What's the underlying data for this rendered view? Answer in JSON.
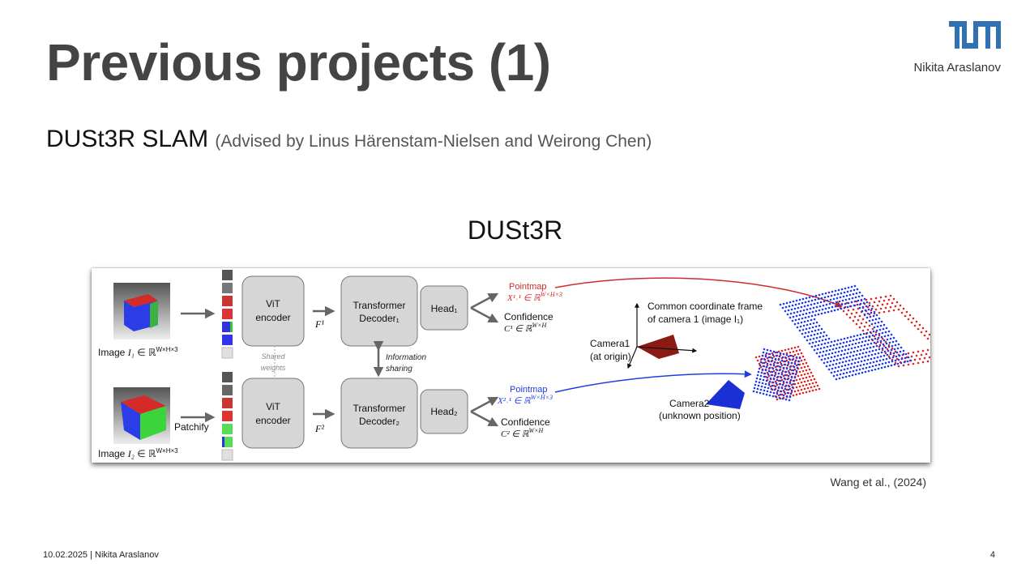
{
  "slide": {
    "title": "Previous projects (1)",
    "author_header": "Nikita Araslanov",
    "logo": "TUM",
    "subtitle": {
      "main": "DUSt3R SLAM",
      "advisors": "(Advised by Linus Härenstam-Nielsen and Weirong Chen)"
    },
    "figure_title": "DUSt3R",
    "citation": "Wang et al., (2024)",
    "footer": "10.02.2025 | Nikita Araslanov",
    "page_number": "4"
  },
  "figure": {
    "image1_label": "Image I₁ ∈ ℝ^{W×H×3}",
    "image1_text": "Image ",
    "image1_sym": "I₁",
    "image1_space": " ∈ ℝ",
    "image1_sup": "W×H×3",
    "image2_text": "Image ",
    "image2_sym": "I₂",
    "image2_space": " ∈ ℝ",
    "image2_sup": "W×H×3",
    "patchify": "Patchify",
    "vit_line1": "ViT",
    "vit_line2": "encoder",
    "shared_line1": "Shared",
    "shared_line2": "weights",
    "f1": "F¹",
    "f2": "F²",
    "decoder_line1": "Transformer",
    "decoder1_line2": "Decoder₁",
    "decoder2_line2": "Decoder₂",
    "info_line1": "Information",
    "info_line2": "sharing",
    "head1": "Head₁",
    "head2": "Head₂",
    "pointmap": "Pointmap",
    "x11": "X¹˒¹ ∈ ℝ",
    "x21": "X²˒¹ ∈ ℝ",
    "sup_whx3": "W×H×3",
    "confidence": "Confidence",
    "c1": "C¹ ∈ ℝ",
    "c2": "C² ∈ ℝ",
    "sup_wh": "W×H",
    "frame_line1": "Common coordinate frame",
    "frame_line2": "of camera 1 (image  I₁)",
    "camera1_line1": "Camera1",
    "camera1_line2": "(at origin)",
    "camera2_line1": "Camera2",
    "camera2_line2": "(unknown position)"
  },
  "colors": {
    "tum_blue": "#3070b3",
    "pointmap1": "#d42a2a",
    "pointmap2": "#1f3de0",
    "box_fill": "#d6d6d6"
  }
}
